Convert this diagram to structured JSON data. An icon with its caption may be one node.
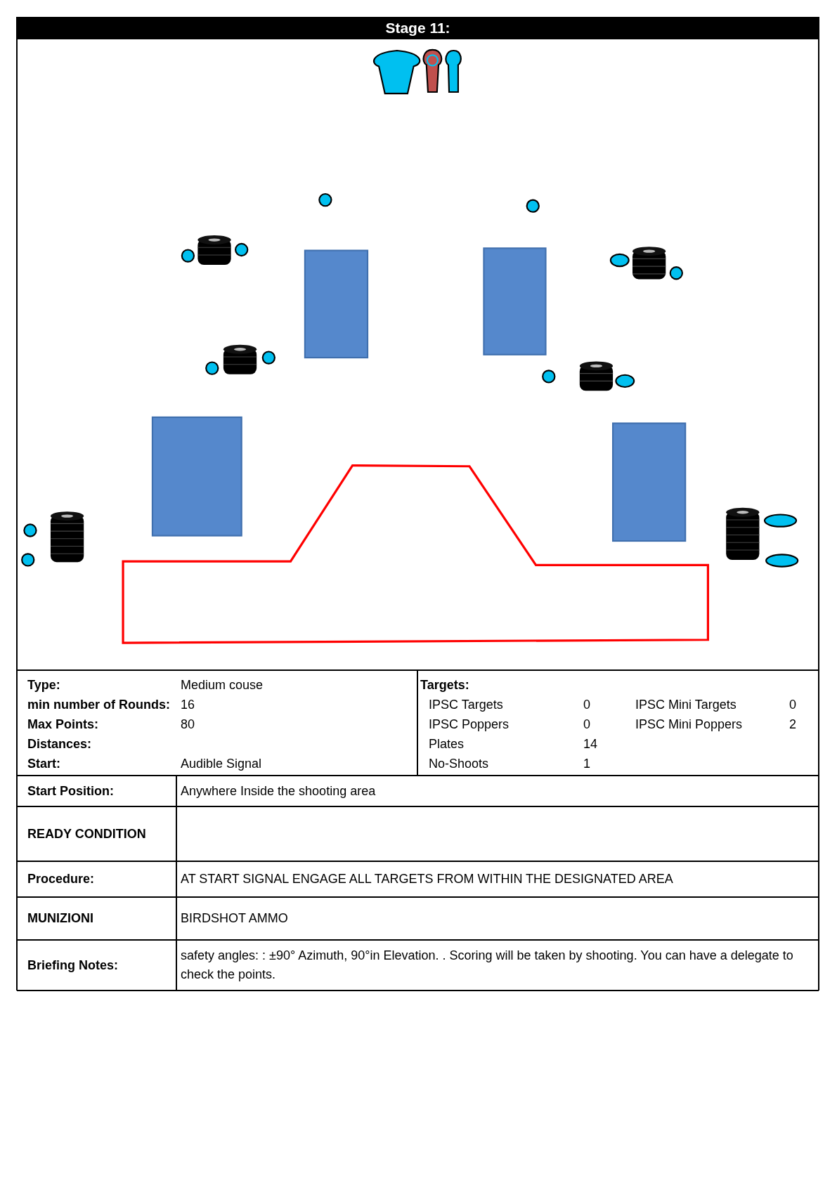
{
  "diagram": {
    "title": "Stage 11:",
    "labels": [
      "Type:",
      "Medium couse",
      "Targets:",
      "min number of Rounds:",
      "16",
      "IPSC Targets",
      "0",
      "IPSC Mini Targets",
      "0",
      "Max Points:",
      "80",
      "IPSC Poppers",
      "0",
      "IPSC Mini Poppers",
      "2",
      "Distances:",
      "Plates",
      "14",
      "Start:",
      "Audible Signal",
      "No-Shoots",
      "1",
      "Start Position:",
      "Anywhere Inside the shooting area",
      "READY CONDITION",
      "Procedure:",
      "AT START SIGNAL ENGAGE ALL TARGETS FROM WITHIN THE DESIGNATED AREA",
      "MUNIZIONI",
      "BIRDSHOT AMMO",
      "Briefing Notes:",
      "safety angles: : ±90° Azimuth, 90°in Elevation. . Scoring will be taken by shooting. You can have a delegate to check the points."
    ]
  }
}
